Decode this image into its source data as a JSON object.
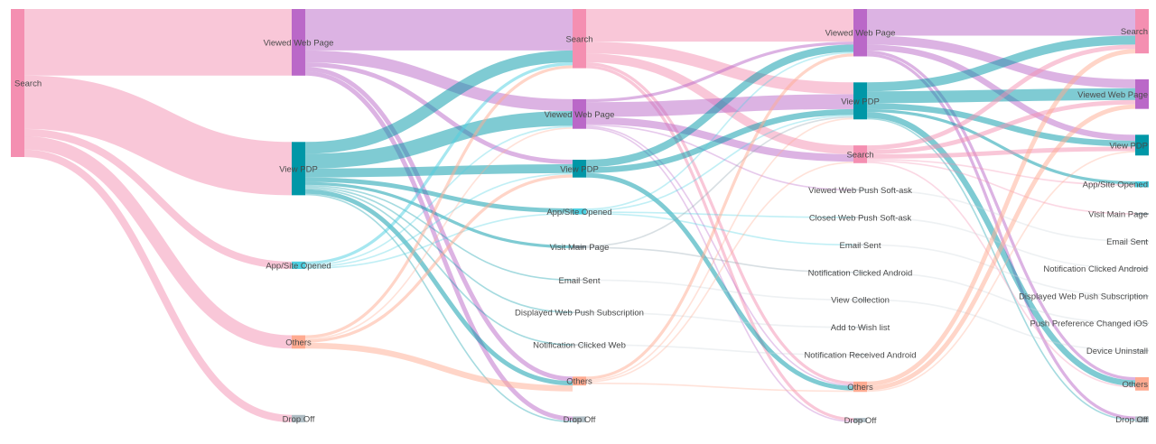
{
  "chart_data": {
    "type": "sankey",
    "colors": {
      "Search": "#f48fb1",
      "Viewed Web Page": "#ba68c8",
      "View PDP": "#0097a7",
      "App/Site Opened": "#4dd0e1",
      "Others": "#ffab91",
      "Drop Off": "#b0bec5",
      "Visit Main Page": "#90a4ae",
      "other": "#cfd8dc"
    },
    "columns": [
      [
        {
          "id": "s0_search",
          "label": "Search",
          "value": 100
        }
      ],
      [
        {
          "id": "s1_vwp",
          "label": "Viewed Web Page",
          "value": 45
        },
        {
          "id": "s1_pdp",
          "label": "View PDP",
          "value": 36
        },
        {
          "id": "s1_app",
          "label": "App/Site Opened",
          "value": 5
        },
        {
          "id": "s1_oth",
          "label": "Others",
          "value": 9
        },
        {
          "id": "s1_drop",
          "label": "Drop Off",
          "value": 5
        }
      ],
      [
        {
          "id": "s2_search",
          "label": "Search",
          "value": 40
        },
        {
          "id": "s2_vwp",
          "label": "Viewed Web Page",
          "value": 20
        },
        {
          "id": "s2_pdp",
          "label": "View PDP",
          "value": 12
        },
        {
          "id": "s2_app",
          "label": "App/Site Opened",
          "value": 4
        },
        {
          "id": "s2_vmp",
          "label": "Visit Main Page",
          "value": 2
        },
        {
          "id": "s2_email",
          "label": "Email Sent",
          "value": 1
        },
        {
          "id": "s2_dwps",
          "label": "Displayed Web Push Subscription",
          "value": 1
        },
        {
          "id": "s2_ncw",
          "label": "Notification Clicked Web",
          "value": 1
        },
        {
          "id": "s2_oth",
          "label": "Others",
          "value": 6
        },
        {
          "id": "s2_drop",
          "label": "Drop Off",
          "value": 4
        }
      ],
      [
        {
          "id": "s3_vwp",
          "label": "Viewed Web Page",
          "value": 32
        },
        {
          "id": "s3_pdp",
          "label": "View PDP",
          "value": 25
        },
        {
          "id": "s3_search",
          "label": "Search",
          "value": 12
        },
        {
          "id": "s3_vwpsa",
          "label": "Viewed Web Push Soft-ask",
          "value": 1
        },
        {
          "id": "s3_cwpsa",
          "label": "Closed Web Push Soft-ask",
          "value": 1
        },
        {
          "id": "s3_email",
          "label": "Email Sent",
          "value": 1
        },
        {
          "id": "s3_nca",
          "label": "Notification Clicked Android",
          "value": 1
        },
        {
          "id": "s3_vc",
          "label": "View Collection",
          "value": 1
        },
        {
          "id": "s3_awl",
          "label": "Add to Wish list",
          "value": 1
        },
        {
          "id": "s3_nra",
          "label": "Notification Received Android",
          "value": 1
        },
        {
          "id": "s3_oth",
          "label": "Others",
          "value": 7
        },
        {
          "id": "s3_drop",
          "label": "Drop Off",
          "value": 3
        }
      ],
      [
        {
          "id": "s4_search",
          "label": "Search",
          "value": 30
        },
        {
          "id": "s4_vwp",
          "label": "Viewed Web Page",
          "value": 20
        },
        {
          "id": "s4_pdp",
          "label": "View PDP",
          "value": 14
        },
        {
          "id": "s4_app",
          "label": "App/Site Opened",
          "value": 4
        },
        {
          "id": "s4_vmp",
          "label": "Visit Main Page",
          "value": 1
        },
        {
          "id": "s4_email",
          "label": "Email Sent",
          "value": 1
        },
        {
          "id": "s4_nca",
          "label": "Notification Clicked Android",
          "value": 1
        },
        {
          "id": "s4_dwps",
          "label": "Displayed Web Push Subscription",
          "value": 1
        },
        {
          "id": "s4_ppci",
          "label": "Push Preference Changed iOS",
          "value": 1
        },
        {
          "id": "s4_du",
          "label": "Device Uninstall",
          "value": 1
        },
        {
          "id": "s4_oth",
          "label": "Others",
          "value": 9
        },
        {
          "id": "s4_drop",
          "label": "Drop Off",
          "value": 4
        }
      ]
    ],
    "links": [
      {
        "source": "s0_search",
        "target": "s1_vwp",
        "value": 45
      },
      {
        "source": "s0_search",
        "target": "s1_pdp",
        "value": 36
      },
      {
        "source": "s0_search",
        "target": "s1_app",
        "value": 5
      },
      {
        "source": "s0_search",
        "target": "s1_oth",
        "value": 9
      },
      {
        "source": "s0_search",
        "target": "s1_drop",
        "value": 5
      },
      {
        "source": "s1_vwp",
        "target": "s2_search",
        "value": 28
      },
      {
        "source": "s1_vwp",
        "target": "s2_vwp",
        "value": 8
      },
      {
        "source": "s1_vwp",
        "target": "s2_pdp",
        "value": 3
      },
      {
        "source": "s1_vwp",
        "target": "s2_oth",
        "value": 3
      },
      {
        "source": "s1_vwp",
        "target": "s2_drop",
        "value": 3
      },
      {
        "source": "s1_pdp",
        "target": "s2_search",
        "value": 8
      },
      {
        "source": "s1_pdp",
        "target": "s2_vwp",
        "value": 10
      },
      {
        "source": "s1_pdp",
        "target": "s2_pdp",
        "value": 6
      },
      {
        "source": "s1_pdp",
        "target": "s2_app",
        "value": 3
      },
      {
        "source": "s1_pdp",
        "target": "s2_vmp",
        "value": 2
      },
      {
        "source": "s1_pdp",
        "target": "s2_email",
        "value": 1
      },
      {
        "source": "s1_pdp",
        "target": "s2_dwps",
        "value": 1
      },
      {
        "source": "s1_pdp",
        "target": "s2_ncw",
        "value": 1
      },
      {
        "source": "s1_pdp",
        "target": "s2_oth",
        "value": 3
      },
      {
        "source": "s1_pdp",
        "target": "s2_drop",
        "value": 1
      },
      {
        "source": "s1_app",
        "target": "s2_search",
        "value": 2
      },
      {
        "source": "s1_app",
        "target": "s2_vwp",
        "value": 1
      },
      {
        "source": "s1_app",
        "target": "s2_pdp",
        "value": 1
      },
      {
        "source": "s1_app",
        "target": "s2_app",
        "value": 1
      },
      {
        "source": "s1_oth",
        "target": "s2_search",
        "value": 2
      },
      {
        "source": "s1_oth",
        "target": "s2_vwp",
        "value": 1
      },
      {
        "source": "s1_oth",
        "target": "s2_pdp",
        "value": 2
      },
      {
        "source": "s1_oth",
        "target": "s2_oth",
        "value": 4
      },
      {
        "source": "s2_search",
        "target": "s3_vwp",
        "value": 22
      },
      {
        "source": "s2_search",
        "target": "s3_pdp",
        "value": 8
      },
      {
        "source": "s2_search",
        "target": "s3_search",
        "value": 6
      },
      {
        "source": "s2_search",
        "target": "s3_oth",
        "value": 2
      },
      {
        "source": "s2_search",
        "target": "s3_drop",
        "value": 2
      },
      {
        "source": "s2_vwp",
        "target": "s3_vwp",
        "value": 2
      },
      {
        "source": "s2_vwp",
        "target": "s3_pdp",
        "value": 10
      },
      {
        "source": "s2_vwp",
        "target": "s3_search",
        "value": 5
      },
      {
        "source": "s2_vwp",
        "target": "s3_vwpsa",
        "value": 1
      },
      {
        "source": "s2_vwp",
        "target": "s3_oth",
        "value": 1
      },
      {
        "source": "s2_vwp",
        "target": "s3_drop",
        "value": 1
      },
      {
        "source": "s2_pdp",
        "target": "s3_vwp",
        "value": 5
      },
      {
        "source": "s2_pdp",
        "target": "s3_pdp",
        "value": 4
      },
      {
        "source": "s2_pdp",
        "target": "s3_oth",
        "value": 3
      },
      {
        "source": "s2_app",
        "target": "s3_vwp",
        "value": 1
      },
      {
        "source": "s2_app",
        "target": "s3_pdp",
        "value": 1
      },
      {
        "source": "s2_app",
        "target": "s3_cwpsa",
        "value": 1
      },
      {
        "source": "s2_app",
        "target": "s3_email",
        "value": 1
      },
      {
        "source": "s2_vmp",
        "target": "s3_pdp",
        "value": 1
      },
      {
        "source": "s2_vmp",
        "target": "s3_nca",
        "value": 1
      },
      {
        "source": "s2_email",
        "target": "s3_vc",
        "value": 1
      },
      {
        "source": "s2_dwps",
        "target": "s3_awl",
        "value": 1
      },
      {
        "source": "s2_ncw",
        "target": "s3_nra",
        "value": 1
      },
      {
        "source": "s2_oth",
        "target": "s3_vwp",
        "value": 2
      },
      {
        "source": "s2_oth",
        "target": "s3_pdp",
        "value": 1
      },
      {
        "source": "s2_oth",
        "target": "s3_search",
        "value": 1
      },
      {
        "source": "s2_oth",
        "target": "s3_oth",
        "value": 1
      },
      {
        "source": "s3_vwp",
        "target": "s4_search",
        "value": 18
      },
      {
        "source": "s3_vwp",
        "target": "s4_vwp",
        "value": 6
      },
      {
        "source": "s3_vwp",
        "target": "s4_pdp",
        "value": 4
      },
      {
        "source": "s3_vwp",
        "target": "s4_oth",
        "value": 2
      },
      {
        "source": "s3_vwp",
        "target": "s4_drop",
        "value": 2
      },
      {
        "source": "s3_pdp",
        "target": "s4_search",
        "value": 6
      },
      {
        "source": "s3_pdp",
        "target": "s4_vwp",
        "value": 8
      },
      {
        "source": "s3_pdp",
        "target": "s4_pdp",
        "value": 4
      },
      {
        "source": "s3_pdp",
        "target": "s4_app",
        "value": 2
      },
      {
        "source": "s3_pdp",
        "target": "s4_oth",
        "value": 4
      },
      {
        "source": "s3_pdp",
        "target": "s4_drop",
        "value": 1
      },
      {
        "source": "s3_search",
        "target": "s4_search",
        "value": 3
      },
      {
        "source": "s3_search",
        "target": "s4_vwp",
        "value": 3
      },
      {
        "source": "s3_search",
        "target": "s4_pdp",
        "value": 3
      },
      {
        "source": "s3_search",
        "target": "s4_app",
        "value": 1
      },
      {
        "source": "s3_search",
        "target": "s4_vmp",
        "value": 1
      },
      {
        "source": "s3_search",
        "target": "s4_oth",
        "value": 1
      },
      {
        "source": "s3_vwpsa",
        "target": "s4_email",
        "value": 1
      },
      {
        "source": "s3_cwpsa",
        "target": "s4_nca",
        "value": 1
      },
      {
        "source": "s3_email",
        "target": "s4_dwps",
        "value": 1
      },
      {
        "source": "s3_nca",
        "target": "s4_ppci",
        "value": 1
      },
      {
        "source": "s3_vc",
        "target": "s4_du",
        "value": 1
      },
      {
        "source": "s3_oth",
        "target": "s4_search",
        "value": 3
      },
      {
        "source": "s3_oth",
        "target": "s4_vwp",
        "value": 3
      },
      {
        "source": "s3_oth",
        "target": "s4_pdp",
        "value": 1
      }
    ]
  }
}
